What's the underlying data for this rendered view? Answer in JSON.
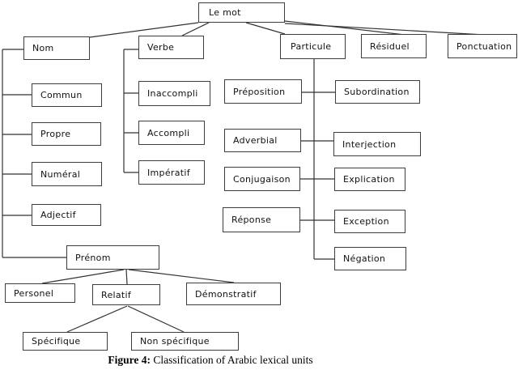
{
  "diagram": {
    "root": "Le mot",
    "level1": {
      "nom": "Nom",
      "verbe": "Verbe",
      "particule": "Particule",
      "residuel": "Résiduel",
      "ponctuation": "Ponctuation"
    },
    "nom_children": {
      "commun": "Commun",
      "propre": "Propre",
      "numeral": "Numéral",
      "adjectif": "Adjectif",
      "prenom": "Prénom"
    },
    "verbe_children": {
      "inaccompli": "Inaccompli",
      "accompli": "Accompli",
      "imperatif": "Impératif"
    },
    "particule_left": {
      "preposition": "Préposition",
      "adverbial": "Adverbial",
      "conjugaison": "Conjugaison",
      "reponse": "Réponse"
    },
    "particule_right": {
      "subordination": "Subordination",
      "interjection": "Interjection",
      "explication": "Explication",
      "exception": "Exception",
      "negation": "Négation"
    },
    "prenom_children": {
      "personel": "Personel",
      "relatif": "Relatif",
      "demonstratif": "Démonstratif"
    },
    "relatif_children": {
      "specifique": "Spécifique",
      "non_specifique": "Non spécifique"
    }
  },
  "caption": {
    "label": "Figure 4:",
    "text": " Classification of Arabic lexical units"
  },
  "colors": {
    "box_border": "#3d3d3d",
    "connector_line": "#333333",
    "text": "#111111",
    "background": "#ffffff"
  }
}
